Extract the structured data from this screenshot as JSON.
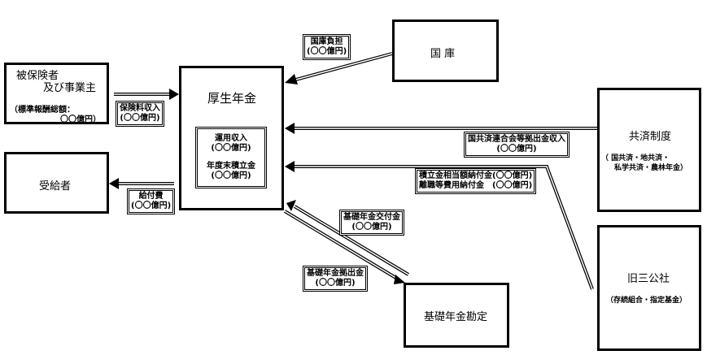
{
  "nodes": {
    "insured": {
      "title_line1": "被保険者",
      "title_line2": "及び事業主",
      "note_line1": "（標準報酬総額：",
      "note_line2": "〇〇億円）"
    },
    "beneficiary": {
      "title": "受給者"
    },
    "kosei": {
      "title": "厚生年金",
      "inner_line1": "運用収入",
      "inner_line2": "(〇〇億円)",
      "inner_line3": "年度末積立金",
      "inner_line4": "(〇〇億円)"
    },
    "treasury": {
      "title": "国 庫"
    },
    "kyosai": {
      "title": "共済制度",
      "note_line1": "（ 国共済・地共済・",
      "note_line2": "私学共済・農林年金）"
    },
    "former_public": {
      "title": "旧三公社",
      "note": "（存続組合・指定基金）"
    },
    "basic_pension": {
      "title": "基礎年金勘定"
    }
  },
  "flows": {
    "premium": {
      "line1": "保険料収入",
      "line2": "(〇〇億円)"
    },
    "benefit": {
      "line1": "給付費",
      "line2": "(〇〇億円)"
    },
    "treasury_share": {
      "line1": "国庫負担",
      "line2": "(〇〇億円)"
    },
    "kyosai_income": {
      "line1": "国共済連合会等拠出金収入",
      "line2": "(〇〇億円)"
    },
    "reserve_transfer": {
      "line1": "積立金相当額納付金(〇〇億円)",
      "line2": "離職等費用納付金　(〇〇億円)"
    },
    "basic_grant": {
      "line1": "基礎年金交付金",
      "line2": "(〇〇億円)"
    },
    "basic_contribution": {
      "line1": "基礎年金拠出金",
      "line2": "(〇〇億円)"
    }
  }
}
